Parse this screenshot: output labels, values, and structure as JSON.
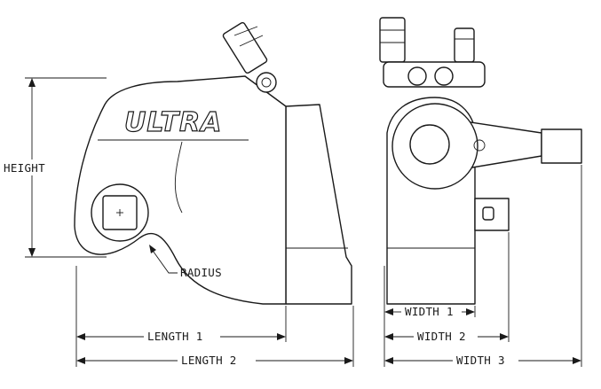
{
  "logo": {
    "text": "ULTRA"
  },
  "dimensions": {
    "height": "HEIGHT",
    "radius": "RADIUS",
    "length_1": "LENGTH 1",
    "length_2": "LENGTH 2",
    "width_1": "WIDTH 1",
    "width_2": "WIDTH 2",
    "width_3": "WIDTH 3"
  }
}
